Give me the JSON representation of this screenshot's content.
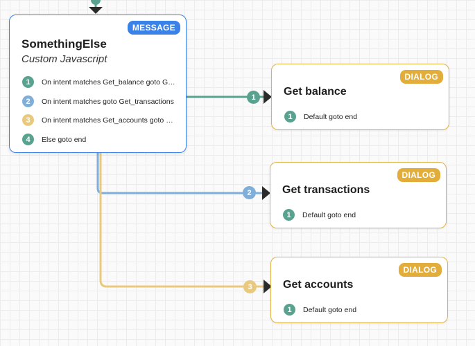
{
  "colors": {
    "message_border": "#3b82e8",
    "dialog_border": "#e0b34a",
    "green": "#5aa290",
    "blue": "#7fafd9",
    "yellow": "#e8c97e"
  },
  "message_node": {
    "badge": "MESSAGE",
    "title": "SomethingElse",
    "subtitle": "Custom Javascript",
    "rows": [
      {
        "num": "1",
        "text": "On intent matches Get_balance goto Get_balance"
      },
      {
        "num": "2",
        "text": "On intent matches goto Get_transactions"
      },
      {
        "num": "3",
        "text": "On intent matches Get_accounts goto Get_accounts"
      },
      {
        "num": "4",
        "text": "Else goto end"
      }
    ]
  },
  "dialog_nodes": [
    {
      "badge": "DIALOG",
      "title": "Get balance",
      "row": {
        "num": "1",
        "text": "Default goto end"
      },
      "pin": "1"
    },
    {
      "badge": "DIALOG",
      "title": "Get transactions",
      "row": {
        "num": "1",
        "text": "Default goto end"
      },
      "pin": "2"
    },
    {
      "badge": "DIALOG",
      "title": "Get accounts",
      "row": {
        "num": "1",
        "text": "Default goto end"
      },
      "pin": "3"
    }
  ]
}
